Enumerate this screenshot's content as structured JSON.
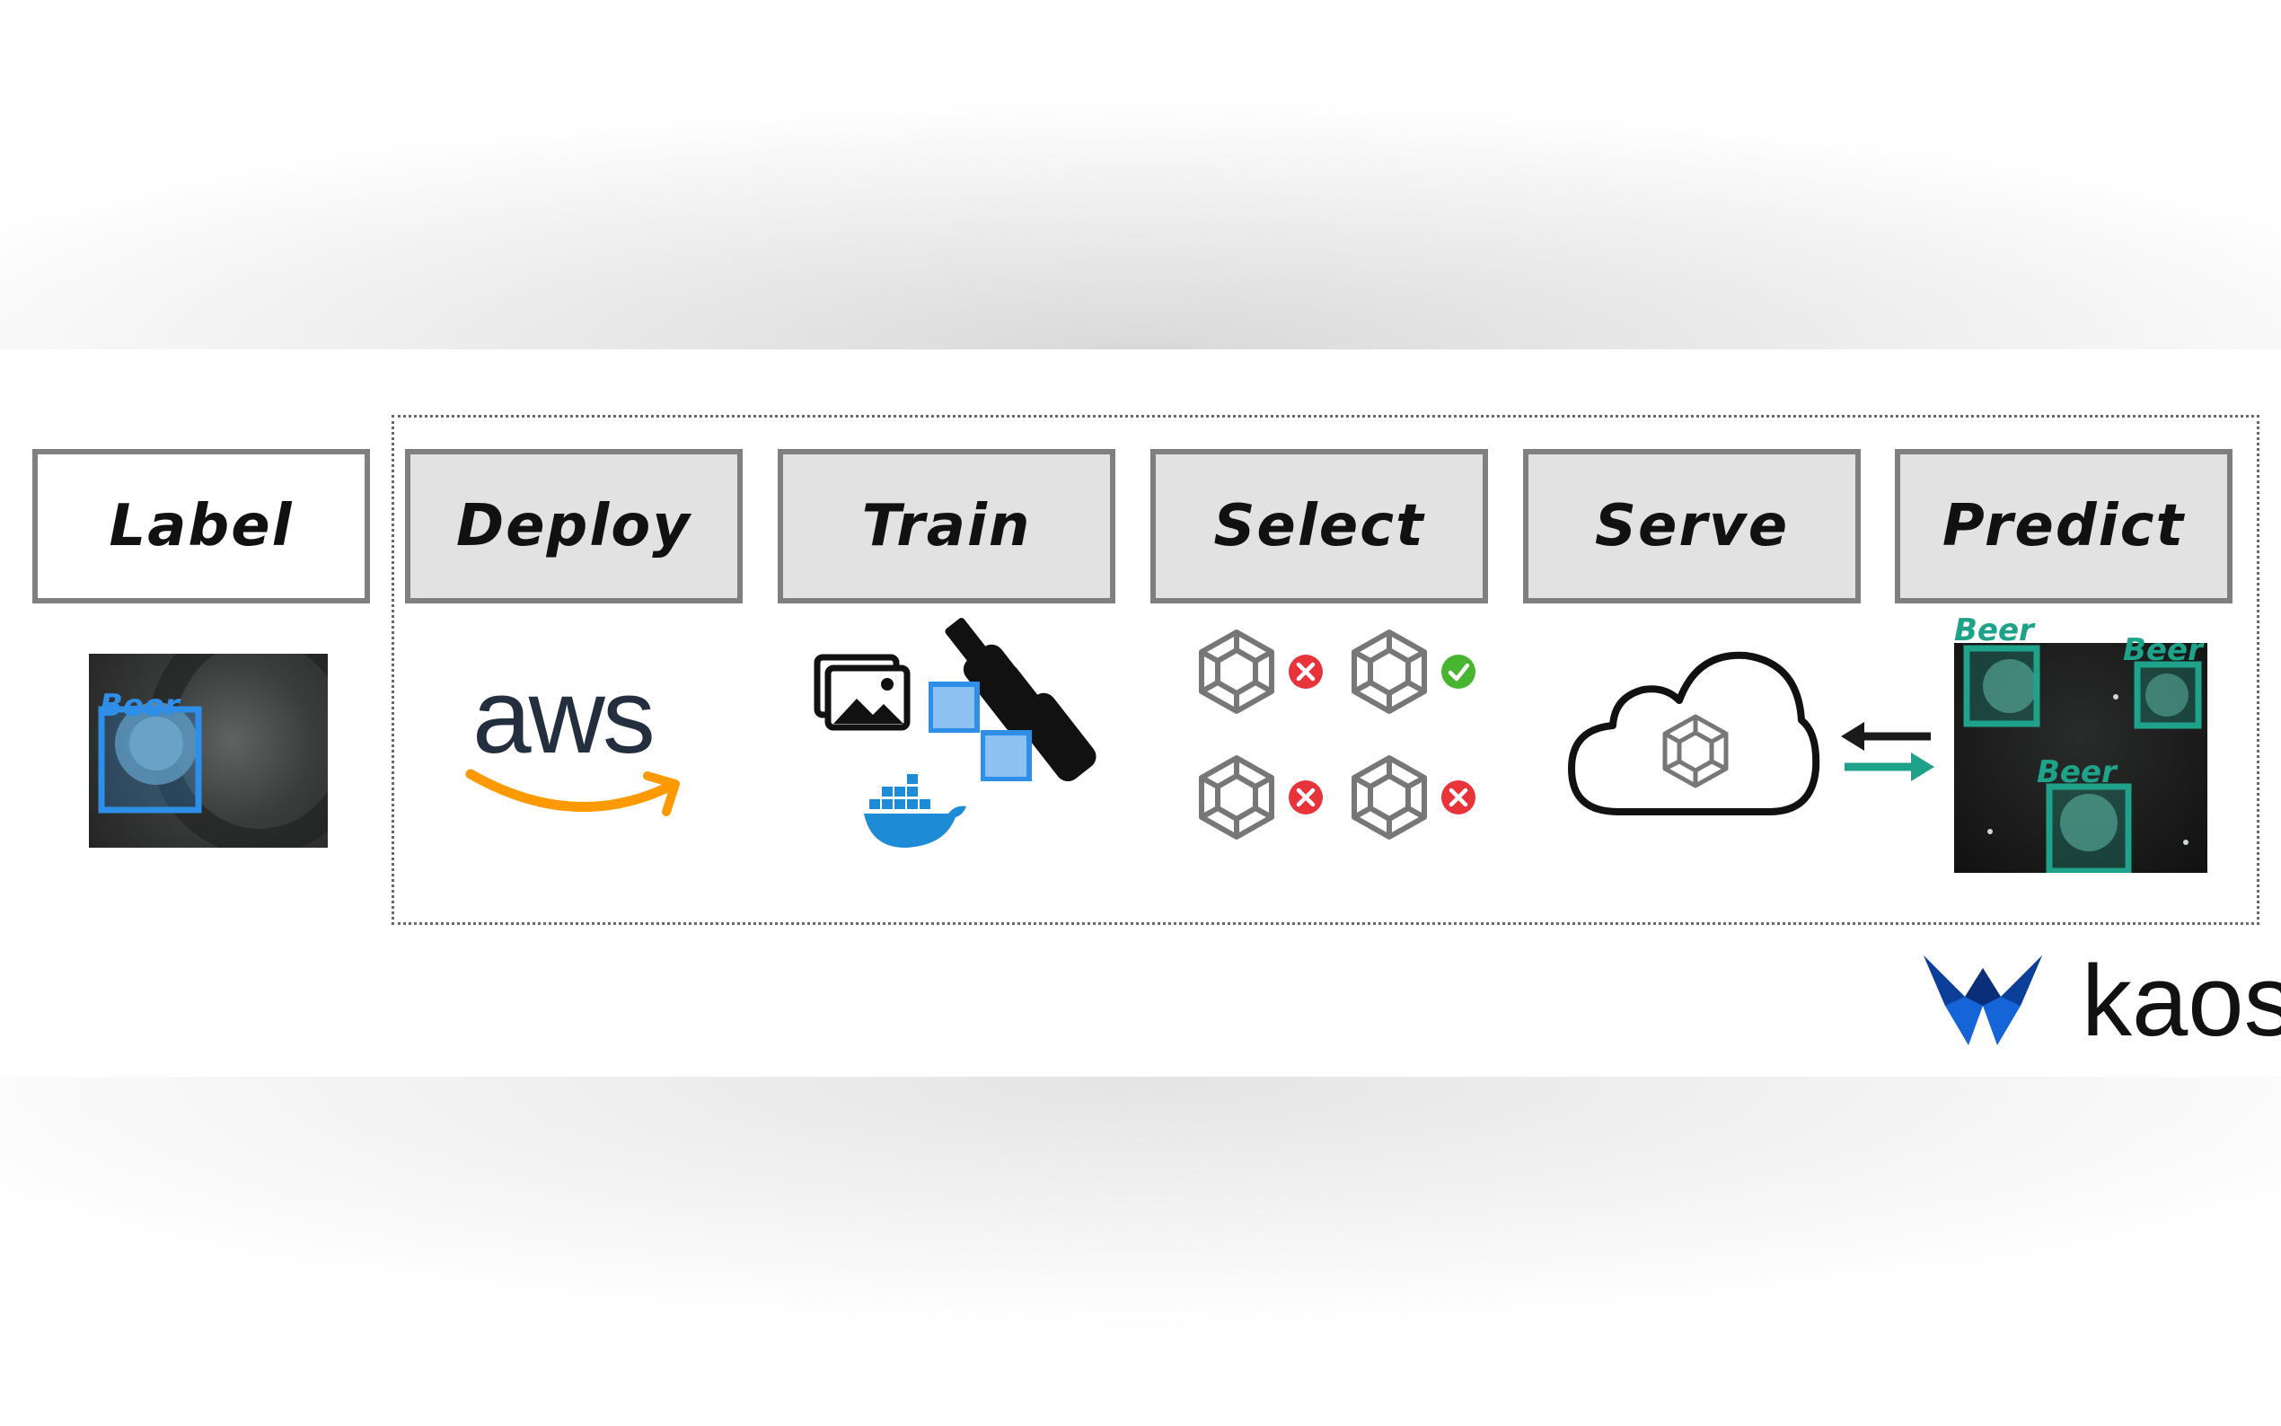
{
  "stages": [
    {
      "label": "Label"
    },
    {
      "label": "Deploy"
    },
    {
      "label": "Train"
    },
    {
      "label": "Select"
    },
    {
      "label": "Serve"
    },
    {
      "label": "Predict"
    }
  ],
  "label_image": {
    "tag": "Beer",
    "box_color": "#2e8ee8"
  },
  "deploy": {
    "provider_text": "aws",
    "smile_color": "#ff9900"
  },
  "train": {
    "box_color": "#2e8ee8",
    "docker_color": "#1d8bd6"
  },
  "select": {
    "models": [
      {
        "status": "reject"
      },
      {
        "status": "accept"
      },
      {
        "status": "reject"
      },
      {
        "status": "reject"
      }
    ],
    "reject_color": "#e8333b",
    "accept_color": "#47b52f"
  },
  "serve": {
    "arrow_request_color": "#1a1a1a",
    "arrow_response_color": "#1ea38a"
  },
  "predict": {
    "tags": [
      "Beer",
      "Beer",
      "Beer"
    ],
    "box_color": "#1ea38a"
  },
  "brand": {
    "name": "kaos",
    "logo_color": "#1565d8"
  },
  "icons": [
    "cube-icon",
    "image-gallery-icon",
    "beer-bottle-icon",
    "docker-whale-icon",
    "cloud-icon",
    "close-icon",
    "check-icon",
    "kaos-logo-icon"
  ]
}
